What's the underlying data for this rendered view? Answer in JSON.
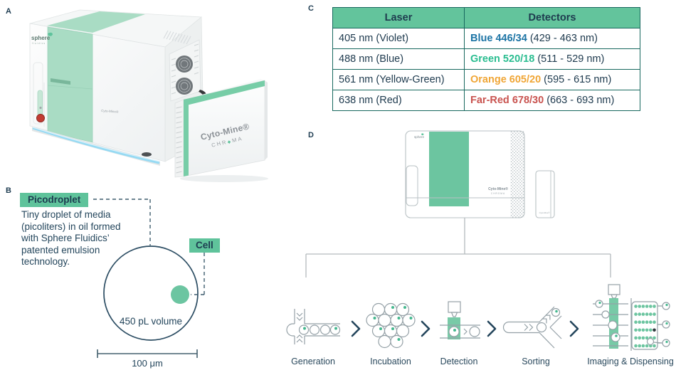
{
  "panel_a": {
    "label": "A",
    "logo_line1": "sphere",
    "logo_line2": "fluidics",
    "front_label": "Cyto-Mine®",
    "module": {
      "line1": "Cyto-Mine®",
      "chroma_pre": "CHR",
      "chroma_glyph": "◆",
      "chroma_post": "MA"
    }
  },
  "panel_b": {
    "label": "B",
    "picodroplet_badge": "Picodroplet",
    "cell_badge": "Cell",
    "description": "Tiny droplet of media (picoliters) in oil formed with Sphere Fluidics’ patented emulsion technology.",
    "volume_label": "450 pL volume",
    "scale_label": "100 μm"
  },
  "panel_c": {
    "label": "C",
    "headers": {
      "laser": "Laser",
      "detectors": "Detectors"
    },
    "rows": [
      {
        "laser": "405 nm (Violet)",
        "detector": "Blue 446/34",
        "detector_color": "#1c74a5",
        "range": " (429 - 463 nm)"
      },
      {
        "laser": "488 nm (Blue)",
        "detector": "Green 520/18",
        "detector_color": "#2abd90",
        "range": " (511 - 529 nm)"
      },
      {
        "laser": "561 nm (Yellow-Green)",
        "detector": "Orange 605/20",
        "detector_color": "#f0a636",
        "range": " (595 - 615 nm)"
      },
      {
        "laser": "638 nm (Red)",
        "detector": "Far-Red 678/30",
        "detector_color": "#c9534f",
        "range": " (663 - 693 nm)"
      }
    ]
  },
  "panel_d": {
    "label": "D",
    "logo": "sphere",
    "device_line1": "Cyto-Mine®",
    "device_line2": "CHROMA",
    "module_label": "Cyto-Mine®"
  },
  "workflow": {
    "steps": [
      "Generation",
      "Incubation",
      "Detection",
      "Sorting",
      "Imaging & Dispensing"
    ]
  },
  "colors": {
    "brand_green": "#5fc39b",
    "diagram_green": "#6cc5a0",
    "machine_mint": "#a9dcc4",
    "text_navy": "#24465c",
    "table_border_teal": "#17685e",
    "detector_blue": "#1c74a5",
    "detector_green": "#2abd90",
    "detector_orange": "#f0a636",
    "detector_red": "#c9534f"
  }
}
